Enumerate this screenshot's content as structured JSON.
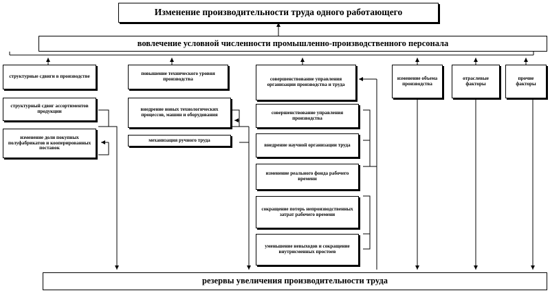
{
  "diagram": {
    "title": "Изменение производительности труда одного работающего",
    "second_level": "вовлечение условной численности промышленно-производственного персонала",
    "bottom": "резервы увеличения производительности труда",
    "factors": {
      "structural": "структурные сдвиги в производстве",
      "tech_level": "повышение технического уровня производства",
      "management": "совершенствование управления организации производства и труда",
      "volume": "изменение объема производства",
      "industry": "отраслевые факторы",
      "other": "прочие факторы"
    },
    "structural_sub": {
      "assortment": "структурный сдвиг ассортиментов продукции",
      "purchased": "изменение доли покупных полуфабрикатов и кооперированных поставок"
    },
    "tech_sub": {
      "new_processes": "внедрение новых технологических процессов, машин и оборудования",
      "mechanization": "механизация ручного труда"
    },
    "management_sub": {
      "improve_mgmt": "совершенствование управления производства",
      "scientific_org": "внедрение научной организации труда",
      "work_time": "изменение реального фонда рабочего времени",
      "reduce_losses": "сокращение потерь непроизводственных затрат рабочего времени",
      "reduce_defects": "уменьшение невыходов и сокращение внутрисменных простоев"
    }
  }
}
